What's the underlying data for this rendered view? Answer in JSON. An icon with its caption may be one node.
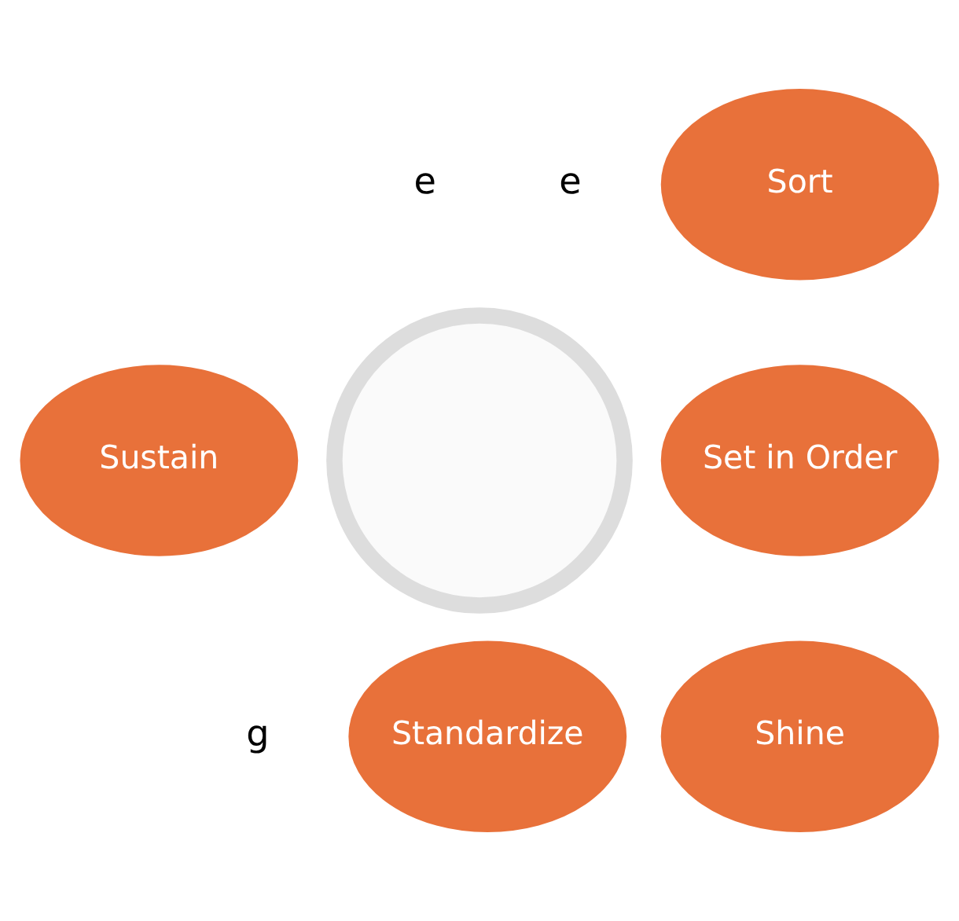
{
  "diagram": {
    "nodes": [
      {
        "text": [
          "Sort"
        ]
      },
      {
        "text": [
          "Set in Order"
        ]
      },
      {
        "text": [
          "Shine"
        ]
      },
      {
        "text": [
          "Standardize"
        ]
      },
      {
        "text": [
          "Sustain"
        ]
      },
      {
        "text": [],
        "shape": "circle"
      }
    ],
    "edges": [],
    "labels": [
      "e",
      "e",
      "g"
    ]
  }
}
